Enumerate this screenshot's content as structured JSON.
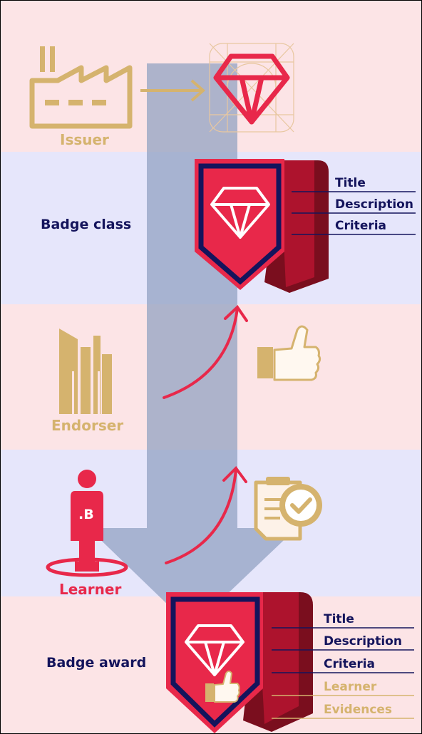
{
  "roles": {
    "issuer": "Issuer",
    "badge_class": "Badge class",
    "endorser": "Endorser",
    "learner": "Learner",
    "badge_award": "Badge award"
  },
  "learner_mark": ".B",
  "badge_class_fields": [
    "Title",
    "Description",
    "Criteria"
  ],
  "badge_award_fields": [
    "Title",
    "Description",
    "Criteria",
    "Learner",
    "Evidences"
  ],
  "colors": {
    "band_pink": "#fce4e6",
    "band_lavender": "#e6e6fb",
    "accent_red": "#e8284a",
    "navy": "#14145c",
    "gold": "#d5b36e",
    "flow_arrow": "#9aabc9"
  },
  "icons": [
    "factory-icon",
    "diamond-icon",
    "city-buildings-icon",
    "thumbs-up-icon",
    "clipboard-check-icon",
    "person-icon",
    "badge-shield-icon"
  ]
}
